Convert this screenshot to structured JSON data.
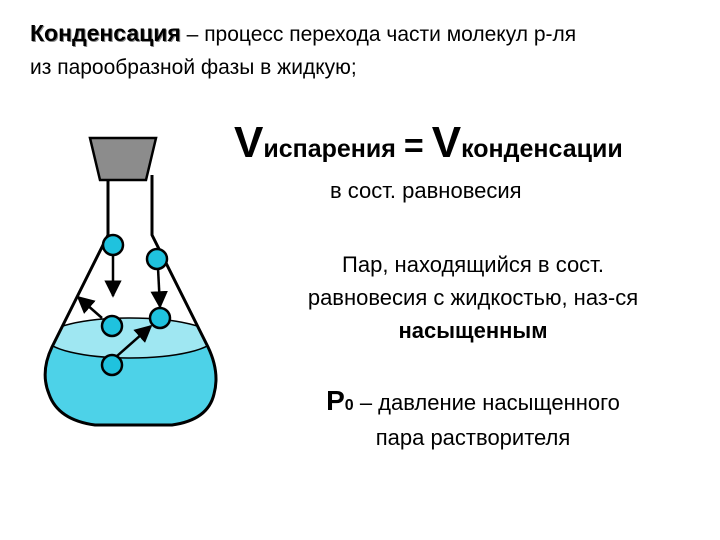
{
  "definition": {
    "term": "Конденсация",
    "dash": " – ",
    "text_line1": "процесс перехода части молекул р-ля",
    "text_line2": "из парообразной фазы в жидкую;"
  },
  "formula": {
    "v_left": "V",
    "sub_left": "испарения",
    "equals": "=",
    "v_right": "V",
    "sub_right": "конденсации",
    "condition": "в сост. равновесия"
  },
  "saturated": {
    "line1": "Пар, находящийся в сост.",
    "line2": "равновесия с жидкостью, наз-ся",
    "line3": "насыщенным"
  },
  "pressure": {
    "symbol": "P",
    "subscript": "0",
    "text_line1": " – давление насыщенного",
    "text_line2": "пара  растворителя"
  },
  "colors": {
    "liquid": "#4dd2e8",
    "molecule": "#1fc2de",
    "stopper": "#8c8c8c",
    "outline": "#000000"
  }
}
